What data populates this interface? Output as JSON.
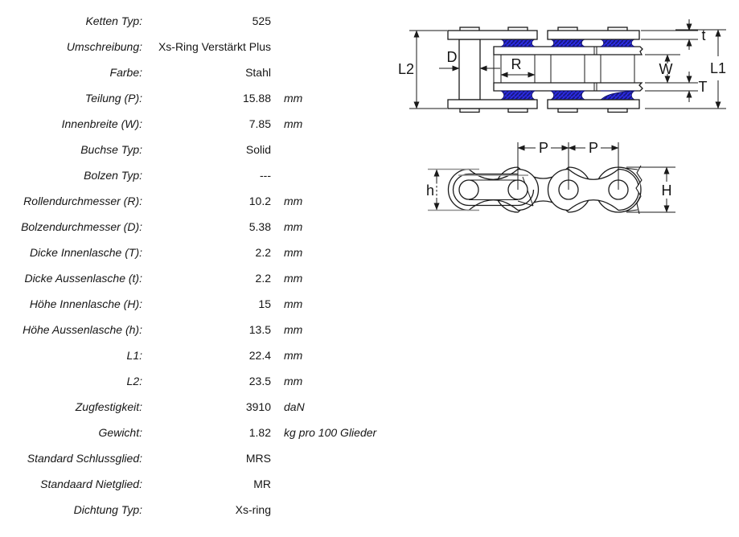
{
  "table": {
    "rows": [
      {
        "label": "Ketten Typ:",
        "value": "525",
        "unit": ""
      },
      {
        "label": "Umschreibung:",
        "value": "Xs-Ring Verstärkt Plus",
        "unit": ""
      },
      {
        "label": "Farbe:",
        "value": "Stahl",
        "unit": ""
      },
      {
        "label": "Teilung (P):",
        "value": "15.88",
        "unit": "mm"
      },
      {
        "label": "Innenbreite (W):",
        "value": "7.85",
        "unit": "mm"
      },
      {
        "label": "Buchse Typ:",
        "value": "Solid",
        "unit": ""
      },
      {
        "label": "Bolzen Typ:",
        "value": "---",
        "unit": ""
      },
      {
        "label": "Rollendurchmesser (R):",
        "value": "10.2",
        "unit": "mm"
      },
      {
        "label": "Bolzendurchmesser (D):",
        "value": "5.38",
        "unit": "mm"
      },
      {
        "label": "Dicke Innenlasche (T):",
        "value": "2.2",
        "unit": "mm"
      },
      {
        "label": "Dicke Aussenlasche (t):",
        "value": "2.2",
        "unit": "mm"
      },
      {
        "label": "Höhe Innenlasche (H):",
        "value": "15",
        "unit": "mm"
      },
      {
        "label": "Höhe Aussenlasche (h):",
        "value": "13.5",
        "unit": "mm"
      },
      {
        "label": "L1:",
        "value": "22.4",
        "unit": "mm"
      },
      {
        "label": "L2:",
        "value": "23.5",
        "unit": "mm"
      },
      {
        "label": "Zugfestigkeit:",
        "value": "3910",
        "unit": "daN"
      },
      {
        "label": "Gewicht:",
        "value": "1.82",
        "unit": "kg pro 100 Glieder"
      },
      {
        "label": "Standard Schlussglied:",
        "value": "MRS",
        "unit": ""
      },
      {
        "label": "Standaard Nietglied:",
        "value": "MR",
        "unit": ""
      },
      {
        "label": "Dichtung Typ:",
        "value": "Xs-ring",
        "unit": ""
      }
    ]
  },
  "diagram_plan": {
    "labels": {
      "L2": "L2",
      "D": "D",
      "R": "R",
      "t": "t",
      "W": "W",
      "T": "T",
      "L1": "L1"
    },
    "seal_color": "#2b2be0",
    "seal_hatch_color": "#17177e"
  },
  "diagram_side": {
    "labels": {
      "P_left": "P",
      "P_right": "P",
      "h": "h",
      "H": "H"
    }
  }
}
